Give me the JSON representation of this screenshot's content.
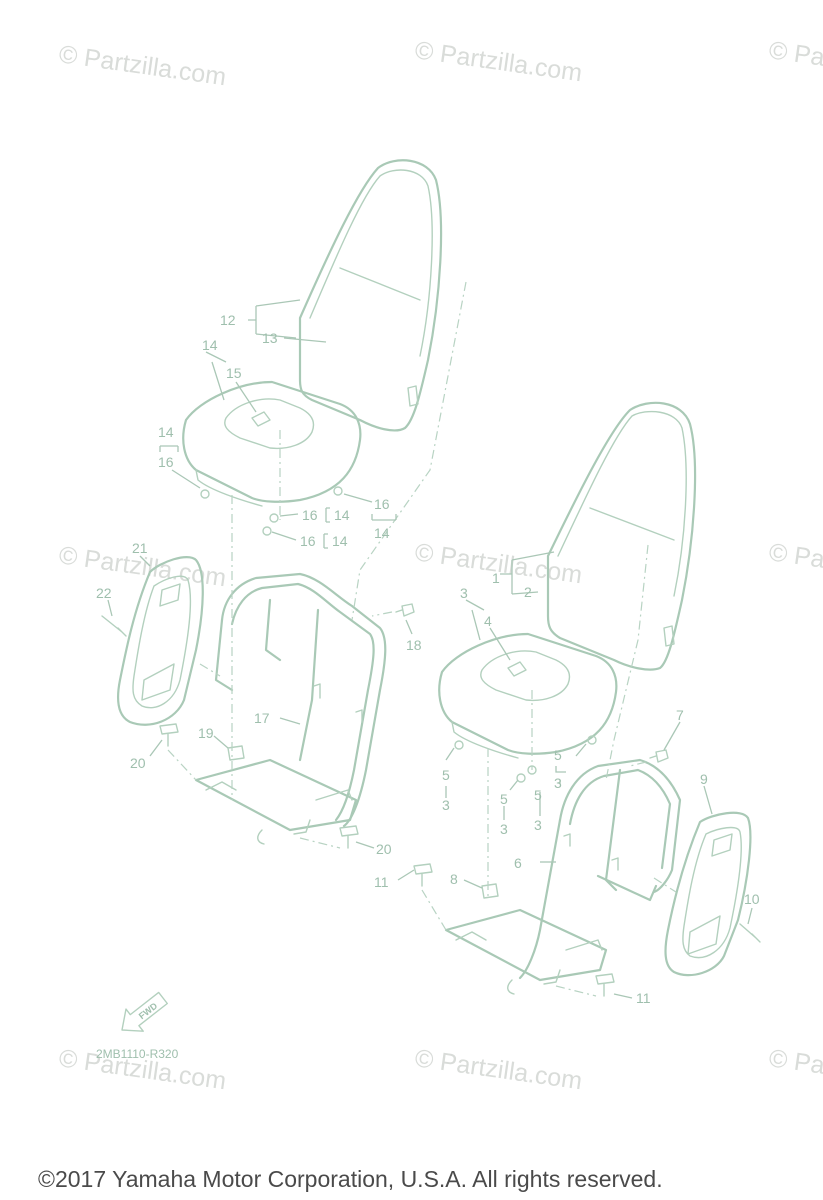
{
  "watermark_text": "© Partzilla.com",
  "diagram_code": "2MB1110-R320",
  "fwd_label": "FWD",
  "copyright": "©2017 Yamaha Motor Corporation, U.S.A. All rights reserved.",
  "colors": {
    "line": "#a9c9b6",
    "watermark": "#d9dcd9",
    "copyright": "#4a4a4a",
    "background": "#ffffff"
  },
  "callouts": {
    "c1": "1",
    "c2": "2",
    "c3": "3",
    "c3b": "3",
    "c3c": "3",
    "c3d": "3",
    "c3e": "3",
    "c4": "4",
    "c5a": "5",
    "c5b": "5",
    "c5c": "5",
    "c5d": "5",
    "c6": "6",
    "c7": "7",
    "c8": "8",
    "c9": "9",
    "c10": "10",
    "c11a": "11",
    "c11b": "11",
    "c12": "12",
    "c13": "13",
    "c14a": "14",
    "c14b": "14",
    "c14c": "14",
    "c14d": "14",
    "c14e": "14",
    "c15": "15",
    "c16a": "16",
    "c16b": "16",
    "c16c": "16",
    "c16d": "16",
    "c17": "17",
    "c18": "18",
    "c19": "19",
    "c20a": "20",
    "c20b": "20",
    "c21": "21",
    "c22": "22"
  }
}
